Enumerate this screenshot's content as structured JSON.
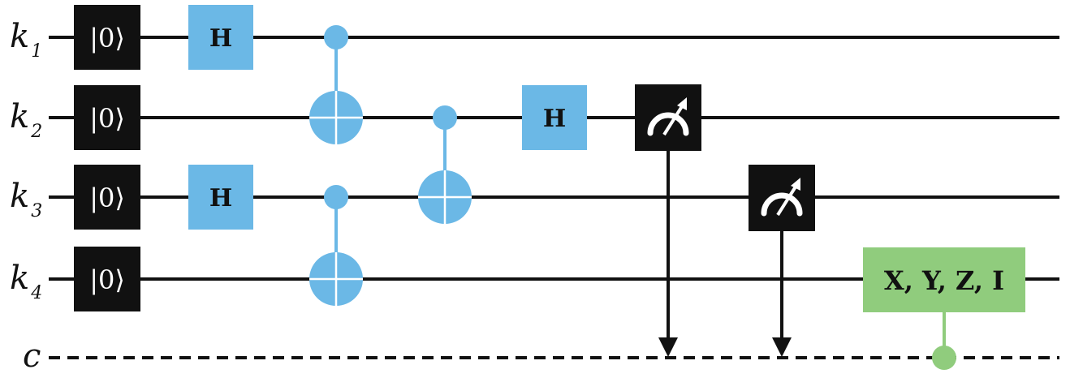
{
  "circuit": {
    "qubits": [
      {
        "name": "k",
        "index": "1"
      },
      {
        "name": "k",
        "index": "2"
      },
      {
        "name": "k",
        "index": "3"
      },
      {
        "name": "k",
        "index": "4"
      }
    ],
    "classical_register": "c",
    "init_state": "|0⟩",
    "hadamard_label": "H",
    "correction_label": "X, Y, Z, I",
    "colors": {
      "wire": "#111111",
      "init_box": "#111111",
      "hadamard": "#6bb8e6",
      "cnot": "#6bb8e6",
      "measure_box": "#111111",
      "correction": "#90cc7d"
    },
    "icons": {
      "measure": "meter-icon",
      "control": "control-dot-icon",
      "target": "xor-target-icon"
    }
  }
}
